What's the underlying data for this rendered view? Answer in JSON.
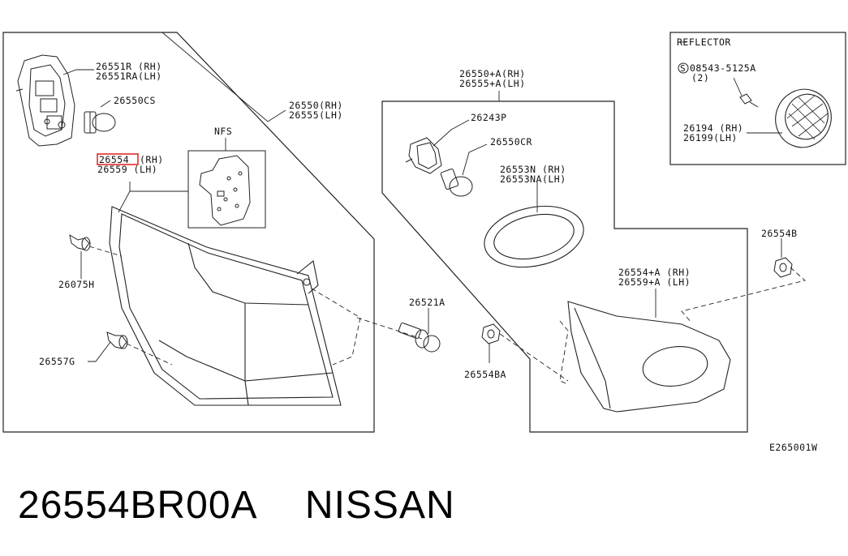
{
  "callouts": {
    "lamp_assy_rh": "26551R (RH)",
    "lamp_assy_lh": "26551RA(LH)",
    "bulb_cs": "26550CS",
    "outer_lamp_rh": "26550(RH)",
    "outer_lamp_lh": "26555(LH)",
    "nfs": "NFS",
    "selected_part": "26554",
    "selected_part_suffix": "(RH)",
    "lens_lh": "26559 (LH)",
    "clip_h": "26075H",
    "grommet_g": "26557G",
    "inner_lamp_rh": "26550+A(RH)",
    "inner_lamp_lh": "26555+A(LH)",
    "socket": "26243P",
    "bulb_cr": "26550CR",
    "gasket_rh": "26553N (RH)",
    "gasket_lh": "26553NA(LH)",
    "bolt": "26521A",
    "nut_b": "26554B",
    "inner_lens_rh": "26554+A (RH)",
    "inner_lens_lh": "26559+A (LH)",
    "nut_ba": "26554BA",
    "reflector_title": "REFLECTOR",
    "screw_symbol": "S",
    "screw": "08543-5125A",
    "screw_qty": "(2)",
    "reflector_rh": "26194 (RH)",
    "reflector_lh": "26199(LH)",
    "diagram_code": "E265001W"
  },
  "caption": {
    "part_number": "26554BR00A",
    "brand": "NISSAN"
  },
  "colors": {
    "highlight": "#e0201b",
    "line": "#222222"
  }
}
